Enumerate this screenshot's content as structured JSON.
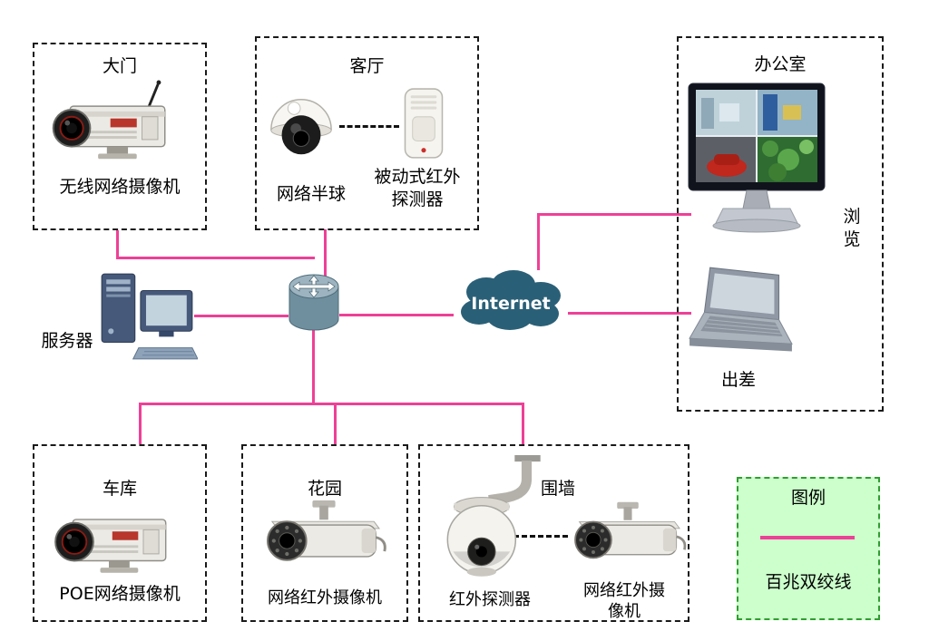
{
  "colors": {
    "link_line": "#ee4097",
    "device_link_dashed": "#111111",
    "internet_cloud": "#2a6077",
    "legend_background": "#ccffcc",
    "zone_border": "#1a1a1a"
  },
  "zones": {
    "gate": {
      "title": "大门",
      "camera_label": "无线网络摄像机"
    },
    "living_room": {
      "title": "客厅",
      "dome_label": "网络半球",
      "pir_label": "被动式红外探测器"
    },
    "office": {
      "title": "办公室",
      "monitor_label": "浏览",
      "laptop_label": "出差"
    },
    "garage": {
      "title": "车库",
      "camera_label": "POE网络摄像机"
    },
    "garden": {
      "title": "花园",
      "camera_label": "网络红外摄像机"
    },
    "wall": {
      "title": "围墙",
      "detector_label": "红外探测器",
      "camera_label": "网络红外摄像机"
    }
  },
  "nodes": {
    "server_label": "服务器",
    "internet_label": "Internet"
  },
  "legend": {
    "title": "图例",
    "line_label": "百兆双绞线"
  },
  "icons": {
    "gate_camera": "box-camera-with-antenna-icon",
    "dome_camera": "dome-camera-icon",
    "pir": "pir-detector-icon",
    "monitor": "quad-view-monitor-icon",
    "laptop": "laptop-icon",
    "server": "desktop-computer-icon",
    "router": "router-arrows-icon",
    "internet": "cloud-icon",
    "garage_camera": "box-camera-icon",
    "bullet_camera": "ir-bullet-camera-icon",
    "speed_dome": "speed-dome-camera-icon"
  }
}
